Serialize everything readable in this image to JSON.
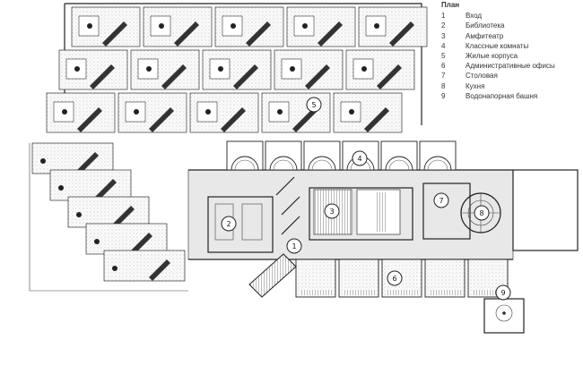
{
  "legend": {
    "title": "План",
    "items": [
      {
        "num": "1",
        "label": "Вход"
      },
      {
        "num": "2",
        "label": "Библиотека"
      },
      {
        "num": "3",
        "label": "Амфитеатр"
      },
      {
        "num": "4",
        "label": "Классные комнаты"
      },
      {
        "num": "5",
        "label": "Жилые корпуса"
      },
      {
        "num": "6",
        "label": "Административные офисы"
      },
      {
        "num": "7",
        "label": "Столовая"
      },
      {
        "num": "8",
        "label": "Кухня"
      },
      {
        "num": "9",
        "label": "Водонапорная башня"
      }
    ]
  },
  "callouts": [
    "1",
    "2",
    "3",
    "4",
    "5",
    "6",
    "7",
    "8",
    "9"
  ]
}
